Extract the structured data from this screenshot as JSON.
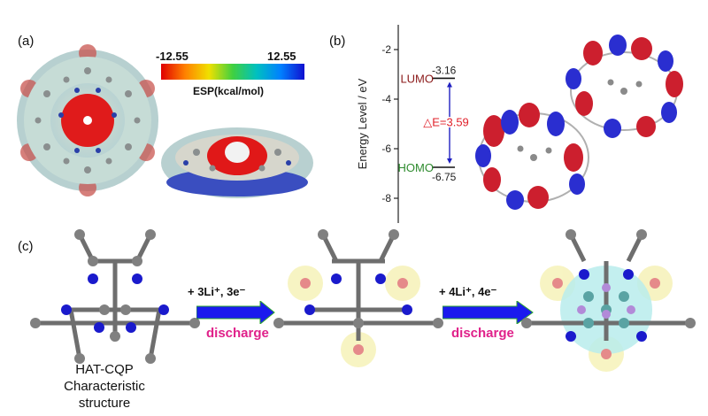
{
  "panel_a": {
    "label": "(a)",
    "colorbar": {
      "min_label": "-12.55",
      "max_label": "12.55",
      "title": "ESP(kcal/mol)"
    }
  },
  "panel_b": {
    "label": "(b)",
    "chart_data": {
      "type": "energy-level-diagram",
      "ylabel": "Energy Level / eV",
      "ylim": [
        -9,
        -1
      ],
      "yticks": [
        "-2",
        "-4",
        "-6",
        "-8"
      ],
      "levels": [
        {
          "name": "LUMO",
          "value": -3.16,
          "value_label": "-3.16",
          "color": "#8b1a1a"
        },
        {
          "name": "HOMO",
          "value": -6.75,
          "value_label": "-6.75",
          "color": "#2e8b2e"
        }
      ],
      "gap_label": "△E=3.59",
      "gap_color": "#e0202a"
    }
  },
  "panel_c": {
    "label": "(c)",
    "step1": {
      "reagent": "+ 3Li⁺,  3e⁻",
      "action": "discharge"
    },
    "step2": {
      "reagent": "+ 4Li⁺,  4e⁻",
      "action": "discharge"
    },
    "caption": [
      "HAT-CQP",
      "Characteristic",
      "structure"
    ]
  },
  "colors": {
    "carbon": "#7d7d7d",
    "nitrogen": "#1a1acc",
    "lithium": "#e58a8a",
    "arrow": "#1a1aee",
    "accent": "#e0218a"
  }
}
